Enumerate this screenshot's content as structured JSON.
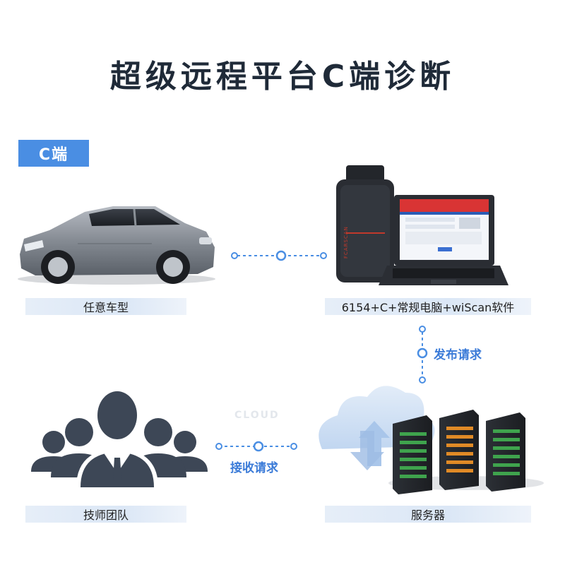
{
  "title": "超级远程平台C端诊断",
  "tag": "C端",
  "nodes": {
    "car": "任意车型",
    "device": "6154+C+常规电脑+wiScan软件",
    "team": "技师团队",
    "server": "服务器"
  },
  "connectors": {
    "publish": "发布请求",
    "receive": "接收请求"
  },
  "device_brand": "FCARSCAN",
  "cloud_text": "CLOUD",
  "colors": {
    "accent": "#4a8ee3",
    "title": "#1f2a38",
    "connector": "#3b7bd8",
    "icon_dark": "#3d4756"
  }
}
